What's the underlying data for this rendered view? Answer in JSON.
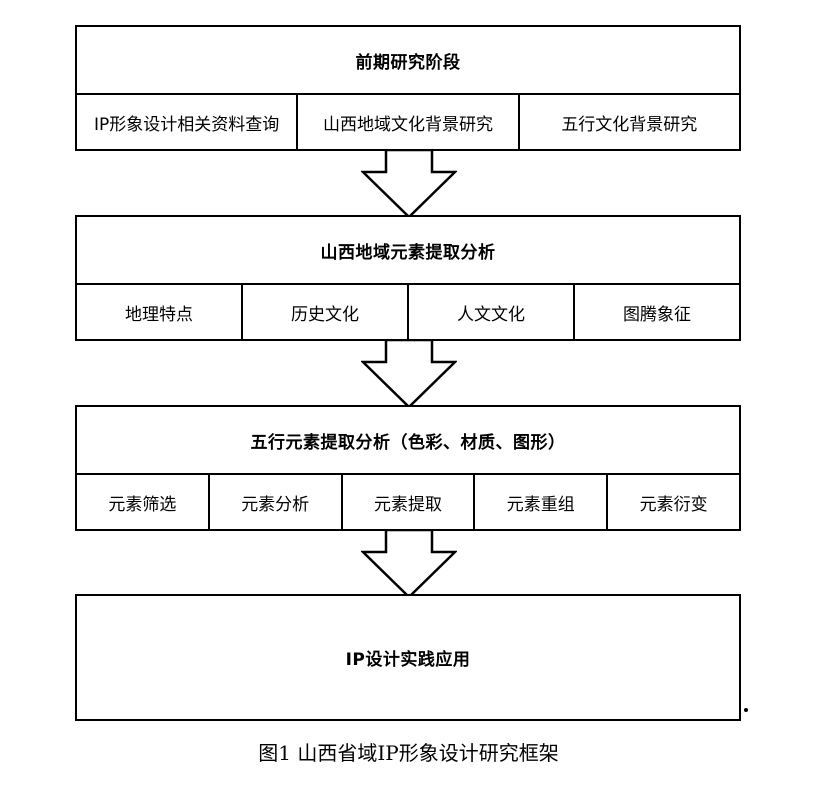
{
  "stage1": {
    "title": "前期研究阶段",
    "items": [
      "IP形象设计相关资料查询",
      "山西地域文化背景研究",
      "五行文化背景研究"
    ]
  },
  "stage2": {
    "title": "山西地域元素提取分析",
    "items": [
      "地理特点",
      "历史文化",
      "人文文化",
      "图腾象征"
    ]
  },
  "stage3": {
    "title": "五行元素提取分析（色彩、材质、图形）",
    "items": [
      "元素筛选",
      "元素分析",
      "元素提取",
      "元素重组",
      "元素衍变"
    ]
  },
  "stage4": {
    "title": "IP设计实践应用"
  },
  "caption": "图1 山西省域IP形象设计研究框架"
}
